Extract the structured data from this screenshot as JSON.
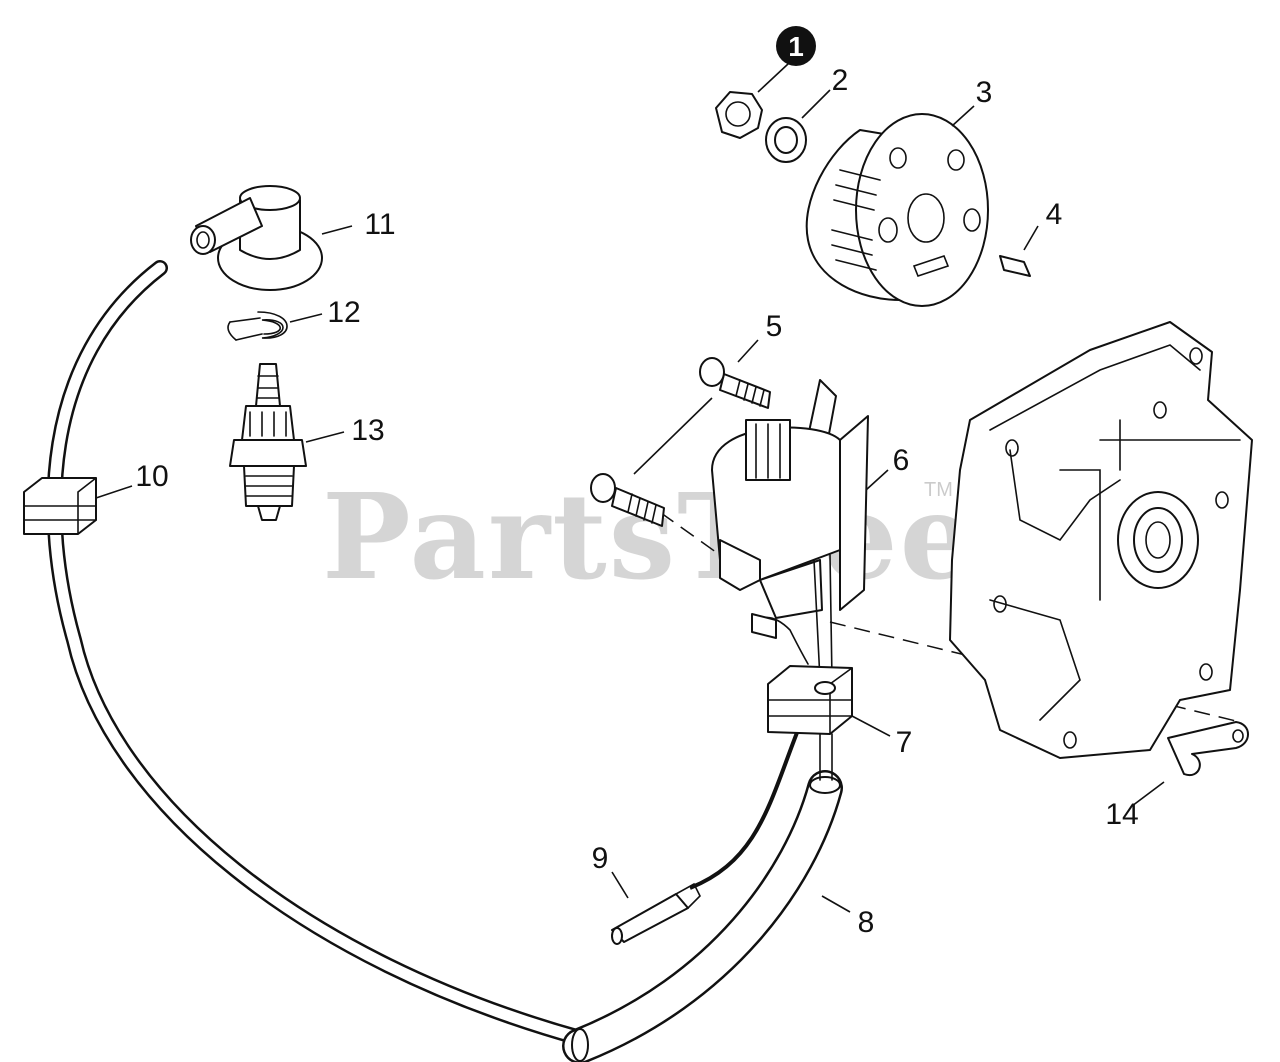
{
  "watermark": {
    "text": "PartsTree",
    "trademark": "TM"
  },
  "callouts": [
    {
      "id": "1",
      "label": "1",
      "highlight": true
    },
    {
      "id": "2",
      "label": "2"
    },
    {
      "id": "3",
      "label": "3"
    },
    {
      "id": "4",
      "label": "4"
    },
    {
      "id": "5",
      "label": "5"
    },
    {
      "id": "6",
      "label": "6"
    },
    {
      "id": "7",
      "label": "7"
    },
    {
      "id": "8",
      "label": "8"
    },
    {
      "id": "9",
      "label": "9"
    },
    {
      "id": "10",
      "label": "10"
    },
    {
      "id": "11",
      "label": "11"
    },
    {
      "id": "12",
      "label": "12"
    },
    {
      "id": "13",
      "label": "13"
    },
    {
      "id": "14",
      "label": "14"
    }
  ]
}
